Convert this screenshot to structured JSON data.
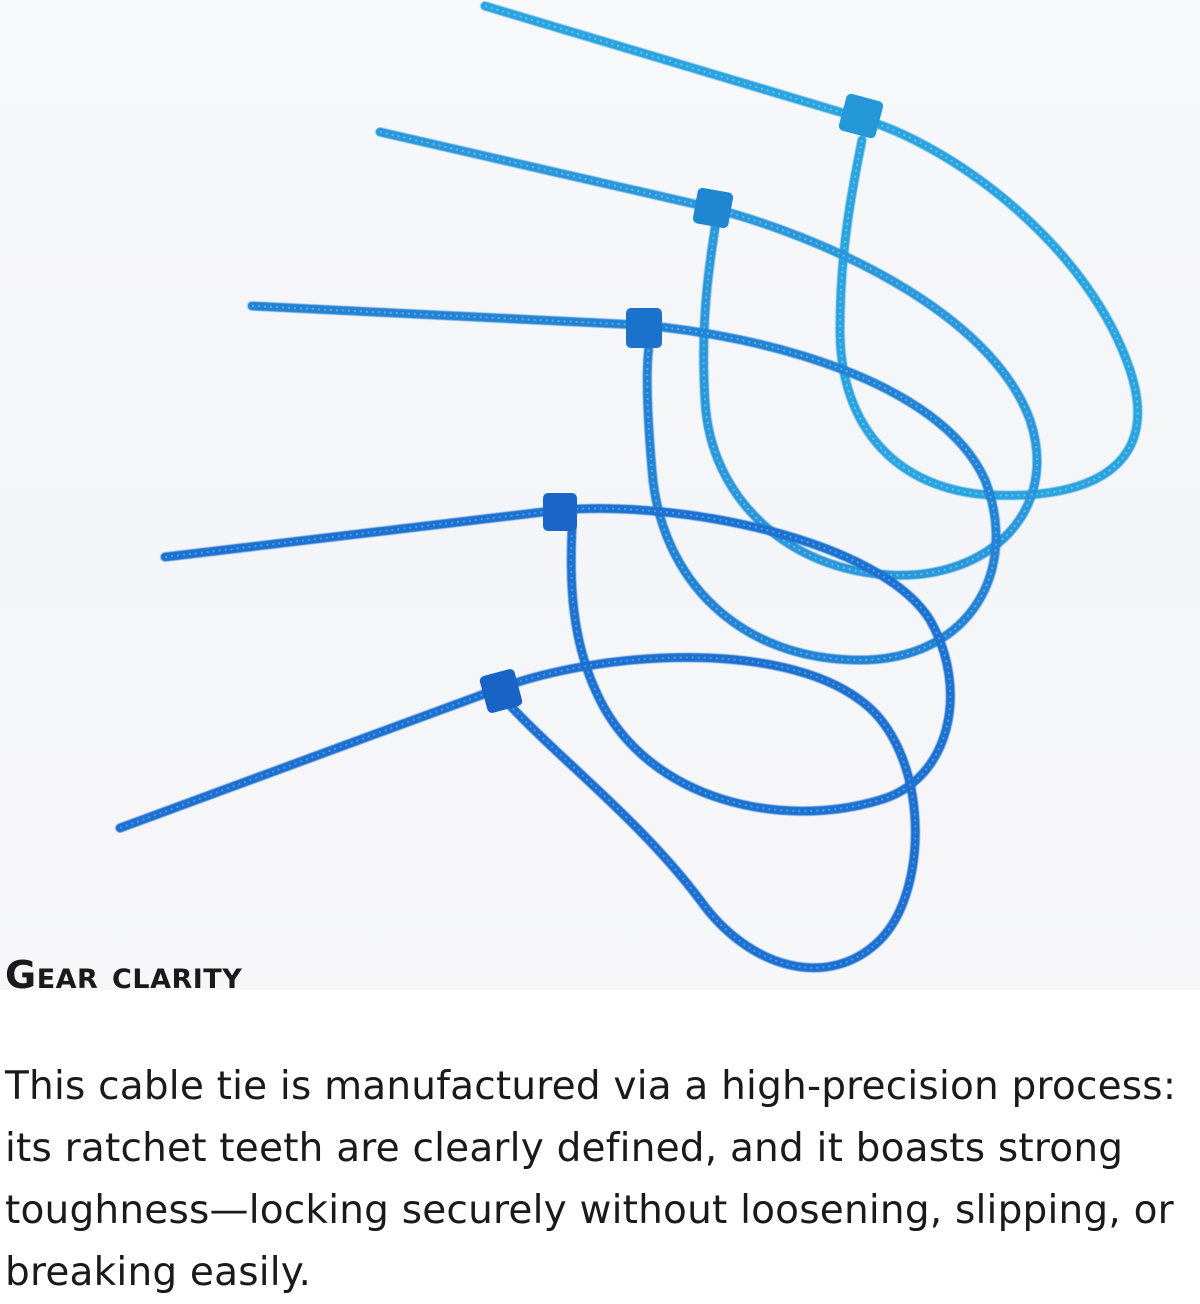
{
  "product_image": {
    "subject": "cable-ties",
    "colors": {
      "light_blue": "#2aa3df",
      "mid_blue": "#2081cf",
      "deep_blue": "#1f6fd0"
    }
  },
  "section": {
    "heading": "Gear clarity",
    "description": "This cable tie is manufactured via a high-precision process: its ratchet teeth are clearly defined, and it boasts strong toughness—locking securely without loosening, slipping, or breaking easily."
  }
}
